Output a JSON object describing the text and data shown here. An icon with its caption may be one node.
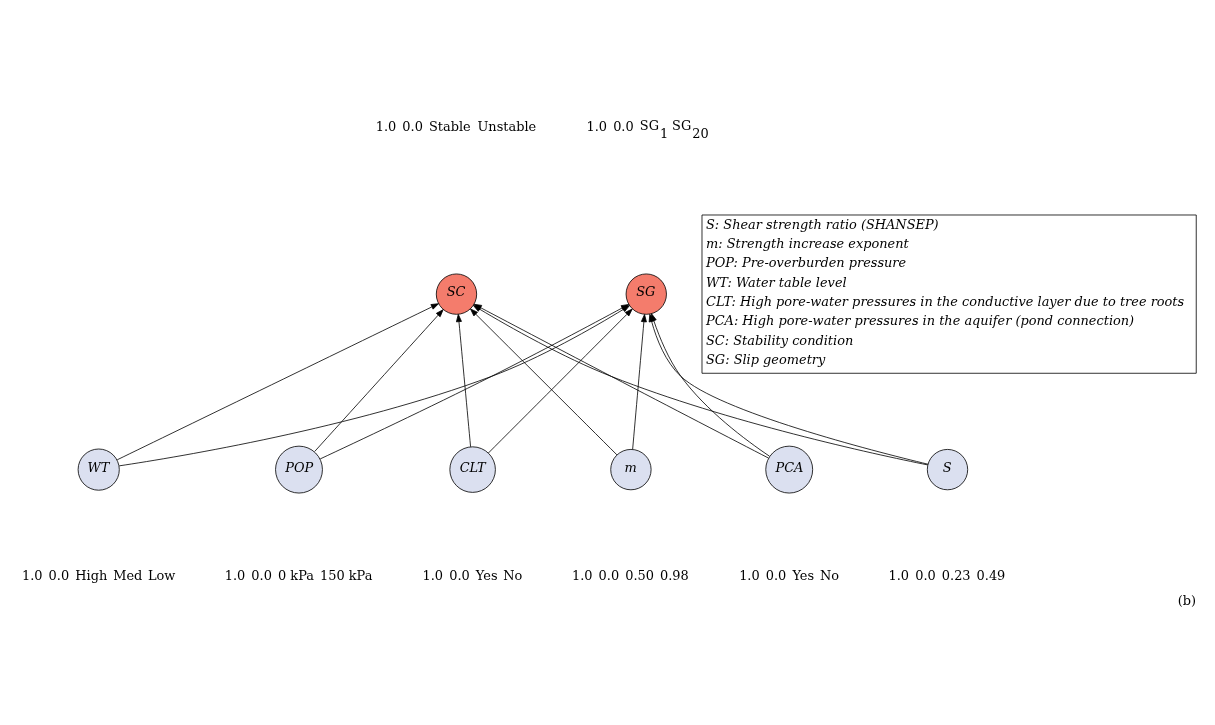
{
  "diagram": {
    "caption": "(b)",
    "nodes": [
      {
        "text": [
          "SC"
        ],
        "beside": [
          "1.0",
          "0.0",
          "Stable",
          "Unstable"
        ]
      },
      {
        "text": [
          "SG"
        ],
        "beside": [
          "1.0",
          "0.0",
          "SG$_{1}$",
          "SG$_{20}$"
        ]
      },
      {
        "text": [
          "WT"
        ],
        "beside": [
          "1.0",
          "0.0",
          "High",
          "Med",
          "Low"
        ]
      },
      {
        "text": [
          "POP"
        ],
        "beside": [
          "1.0",
          "0.0",
          "0 kPa",
          "150 kPa"
        ]
      },
      {
        "text": [
          "CLT"
        ],
        "beside": [
          "1.0",
          "0.0",
          "Yes",
          "No"
        ]
      },
      {
        "text": [
          "m"
        ],
        "beside": [
          "1.0",
          "0.0",
          "0.50",
          "0.98"
        ]
      },
      {
        "text": [
          "PCA"
        ],
        "beside": [
          "1.0",
          "0.0",
          "Yes",
          "No"
        ]
      },
      {
        "text": [
          "S"
        ],
        "beside": [
          "1.0",
          "0.0",
          "0.23",
          "0.49"
        ]
      }
    ],
    "edges": [
      {
        "from": 2,
        "to": 0,
        "arrow": "to"
      },
      {
        "from": 2,
        "to": 1,
        "arrow": "to"
      },
      {
        "from": 4,
        "to": 0,
        "arrow": "to"
      },
      {
        "from": 4,
        "to": 1,
        "arrow": "to"
      },
      {
        "from": 6,
        "to": 0,
        "arrow": "to"
      },
      {
        "from": 6,
        "to": 1,
        "arrow": "to"
      },
      {
        "from": 7,
        "to": 0,
        "arrow": "to"
      },
      {
        "from": 7,
        "to": 1,
        "arrow": "to"
      },
      {
        "from": 5,
        "to": 0,
        "arrow": "to"
      },
      {
        "from": 5,
        "to": 1,
        "arrow": "to"
      },
      {
        "from": 3,
        "to": 0,
        "arrow": "to"
      },
      {
        "from": 3,
        "to": 1,
        "arrow": "to"
      }
    ],
    "labels": [
      "S: Shear strength ratio (SHANSEP)",
      "m: Strength increase exponent",
      "POP: Pre-overburden pressure",
      "WT: Water table level",
      "CLT: High pore-water pressures in the conductive layer due to tree roots",
      "PCA: High pore-water pressures in the aquifer (pond connection)",
      "SC: Stability condition",
      "SG: Slip geometry"
    ]
  }
}
